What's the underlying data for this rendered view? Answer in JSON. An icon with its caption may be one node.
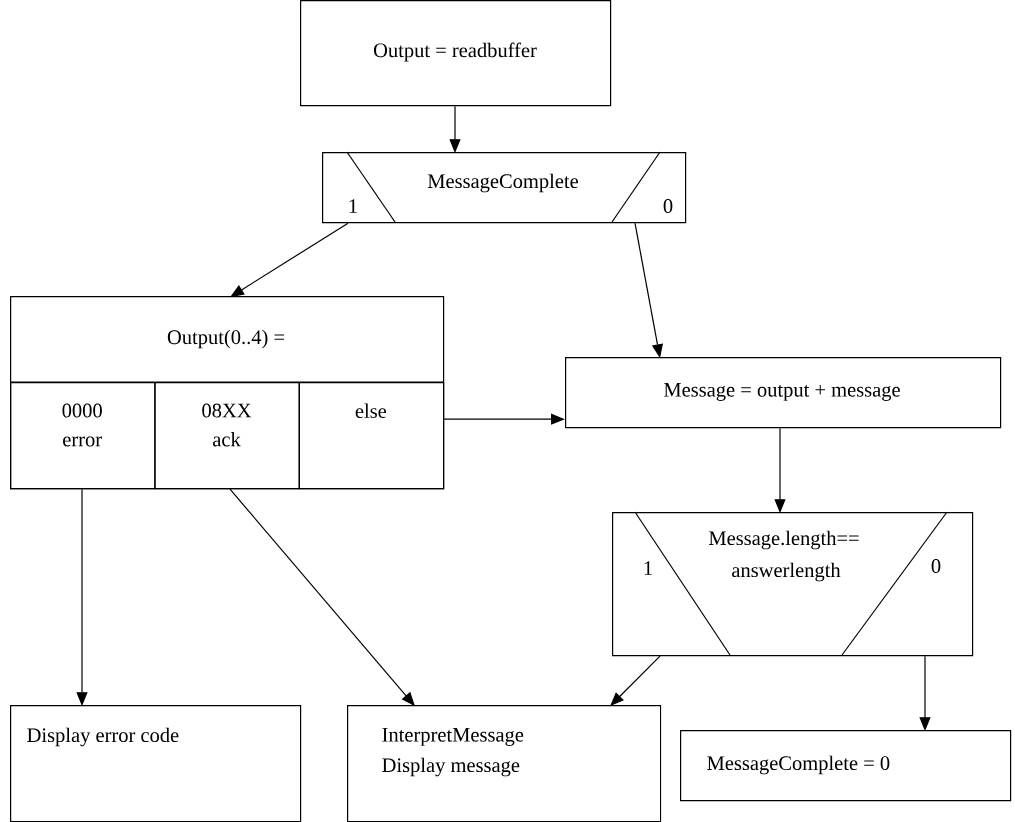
{
  "diagram": {
    "nodes": [
      {
        "text": [
          "Output = readbuffer"
        ]
      },
      {
        "text": [
          "MessageComplete",
          "1",
          "0"
        ]
      },
      {
        "text": [
          "Output(0..4) ="
        ]
      },
      {
        "text": [
          "0000 error"
        ],
        "in": 2
      },
      {
        "text": [
          "08XX ack"
        ],
        "in": 2
      },
      {
        "text": [
          "else"
        ],
        "in": 2
      },
      {
        "text": [
          "Message = output + message"
        ]
      },
      {
        "text": [
          "Message.length==",
          "1",
          "answerlength",
          "0"
        ]
      },
      {
        "text": [
          "Display error code"
        ]
      },
      {
        "text": [
          "InterpretMessage",
          "Display message"
        ]
      },
      {
        "text": [
          "MessageComplete = 0"
        ]
      }
    ],
    "edges": [
      {
        "from": 0,
        "to": 1,
        "arrow": "to"
      },
      {
        "from": 1,
        "to": 2,
        "arrow": "to"
      },
      {
        "from": 1,
        "to": 6,
        "arrow": "to"
      },
      {
        "from": 5,
        "to": 6,
        "arrow": "to"
      },
      {
        "from": 6,
        "to": 7,
        "arrow": "to"
      },
      {
        "from": 3,
        "to": 8,
        "arrow": "to"
      },
      {
        "from": 4,
        "to": 9,
        "arrow": "to"
      },
      {
        "from": 7,
        "to": 9,
        "arrow": "to"
      },
      {
        "from": 7,
        "to": 10,
        "arrow": "to"
      }
    ]
  }
}
